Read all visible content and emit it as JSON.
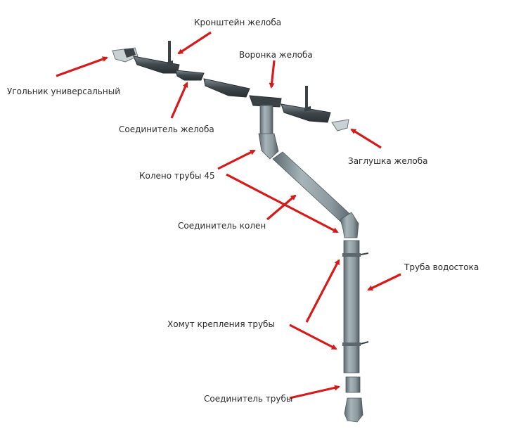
{
  "colors": {
    "pipe_fill": "#8c9aa0",
    "pipe_dark": "#4f5b60",
    "gutter_dark": "#2f3538",
    "arrow": "#d61a1a",
    "text": "#2b2b2b"
  },
  "labels": {
    "bracket": "Кронштейн желоба",
    "funnel": "Воронка желоба",
    "corner": "Угольник универсальный",
    "gutter_connector": "Соединитель желоба",
    "end_cap": "Заглушка желоба",
    "elbow45": "Колено трубы 45",
    "elbow_connector": "Соединитель колен",
    "downpipe": "Труба водостока",
    "clamp": "Хомут крепления трубы",
    "pipe_connector": "Соединитель трубы"
  }
}
